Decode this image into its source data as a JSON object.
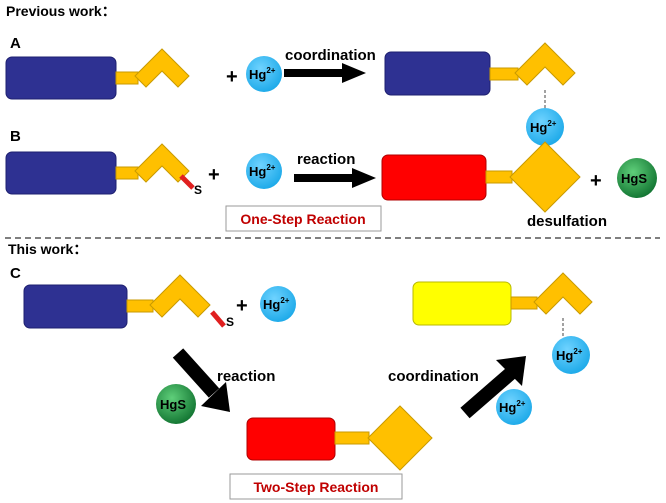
{
  "header_previous": "Previous work：",
  "header_this": "This work：",
  "panel_a": "A",
  "panel_b": "B",
  "panel_c": "C",
  "hg_ion": "Hg",
  "hg_charge": "2+",
  "hgs": "HgS",
  "sulfur": "S",
  "plus": "+",
  "coordination": "coordination",
  "reaction": "reaction",
  "desulfation": "desulfation",
  "one_step": "One-Step Reaction",
  "two_step": "Two-Step Reaction",
  "colors": {
    "navy": "#2e3192",
    "red": "#ff0000",
    "yellow": "#ffff00",
    "gold": "#ffc000",
    "gold_stroke": "#c99a00",
    "blue_ion": "#19aee8",
    "green_ion": "#0a8a3a",
    "sulfur_bar": "#e02020"
  }
}
